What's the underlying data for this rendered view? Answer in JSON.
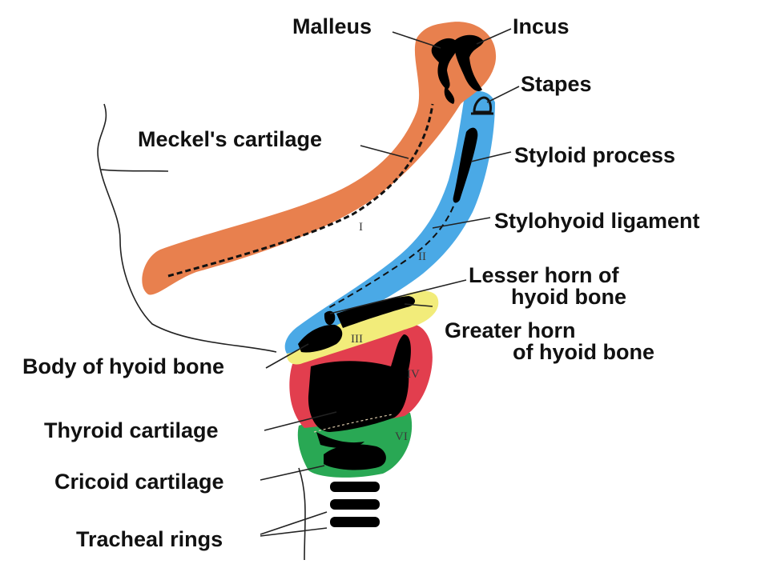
{
  "labels": {
    "malleus": "Malleus",
    "incus": "Incus",
    "stapes": "Stapes",
    "meckels": "Meckel's cartilage",
    "styloid": "Styloid process",
    "stylohyoid": "Stylohyoid ligament",
    "lesser_horn_1": "Lesser horn of",
    "lesser_horn_2": "hyoid bone",
    "greater_horn_1": "Greater horn",
    "greater_horn_2": "of hyoid bone",
    "body_hyoid": "Body of hyoid bone",
    "thyroid": "Thyroid cartilage",
    "cricoid": "Cricoid cartilage",
    "tracheal": "Tracheal rings"
  },
  "arch_numerals": {
    "arch1": "I",
    "arch2": "II",
    "arch3": "III",
    "arch4": "IV",
    "arch6": "VI"
  },
  "colors": {
    "arch1": "#e8804e",
    "arch2": "#4aa9e6",
    "arch3": "#f2ec7a",
    "arch4": "#e23e4e",
    "arch6": "#29a854",
    "cartilage": "#000000",
    "outline": "#222222"
  }
}
